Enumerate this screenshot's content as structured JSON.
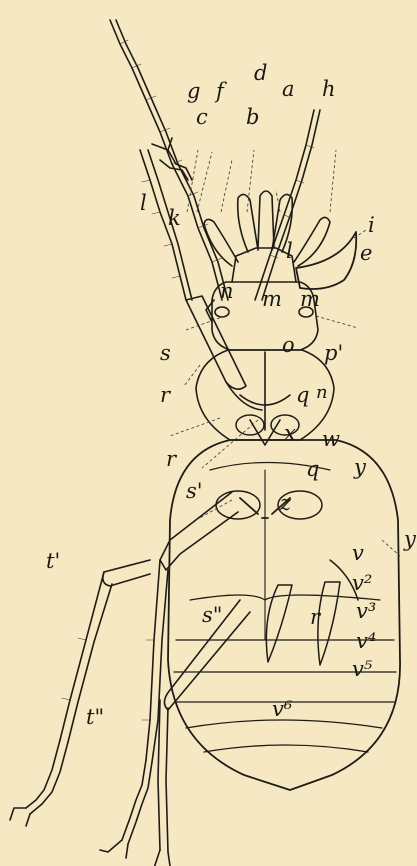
{
  "figure": {
    "labels": {
      "a": "a",
      "b": "b",
      "c": "c",
      "d": "d",
      "e": "e",
      "f": "f",
      "g": "g",
      "h": "h",
      "i": "i",
      "k": "k",
      "l_head": "l",
      "l_leg": "l",
      "m_left": "m",
      "m_right": "m",
      "n_left": "n",
      "n_right": "n",
      "o": "o",
      "p_prime": "p'",
      "q": "q",
      "q_lower": "q",
      "r_upper": "r",
      "r_mid": "r",
      "r_lower": "r",
      "s": "s",
      "s_prime": "s'",
      "s_double": "s\"",
      "t_prime": "t'",
      "t_double": "t\"",
      "x": "x",
      "w": "w",
      "y": "y",
      "y_right": "y",
      "z": "z",
      "v": "v",
      "v2": "v²",
      "v3": "v³",
      "v4": "v⁴",
      "v5": "v⁵",
      "v6": "v⁶"
    }
  }
}
